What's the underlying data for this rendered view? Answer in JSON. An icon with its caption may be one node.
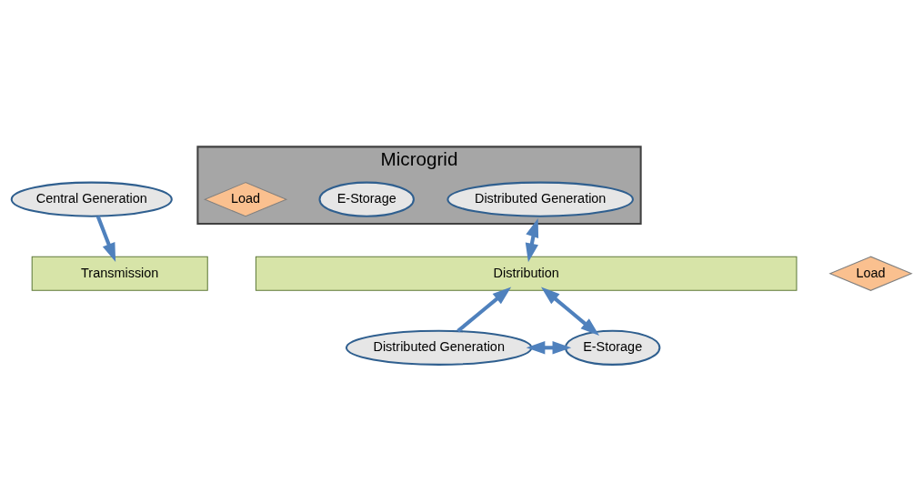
{
  "diagram": {
    "nodes": [
      {
        "text": [
          "Central Generation"
        ]
      },
      {
        "text": [
          "Transmission"
        ]
      },
      {
        "text": [
          "Microgrid"
        ]
      },
      {
        "text": [
          "Distributed Generation"
        ],
        "in": 2
      },
      {
        "text": [
          "E-Storage"
        ],
        "in": 2
      },
      {
        "text": [
          "Load"
        ],
        "in": 2
      },
      {
        "text": [
          "Distribution"
        ]
      },
      {
        "text": [
          "Load"
        ]
      },
      {
        "text": [
          "Distributed Generation"
        ]
      },
      {
        "text": [
          "E-Storage"
        ]
      }
    ],
    "edges": [
      {
        "from": 0,
        "to": 1,
        "arrow": "to"
      },
      {
        "from": 2,
        "to": 6,
        "arrow": "both"
      },
      {
        "from": 8,
        "to": 6,
        "arrow": "to"
      },
      {
        "from": 6,
        "to": 9,
        "arrow": "both"
      },
      {
        "from": 8,
        "to": 9,
        "arrow": "both"
      }
    ]
  }
}
